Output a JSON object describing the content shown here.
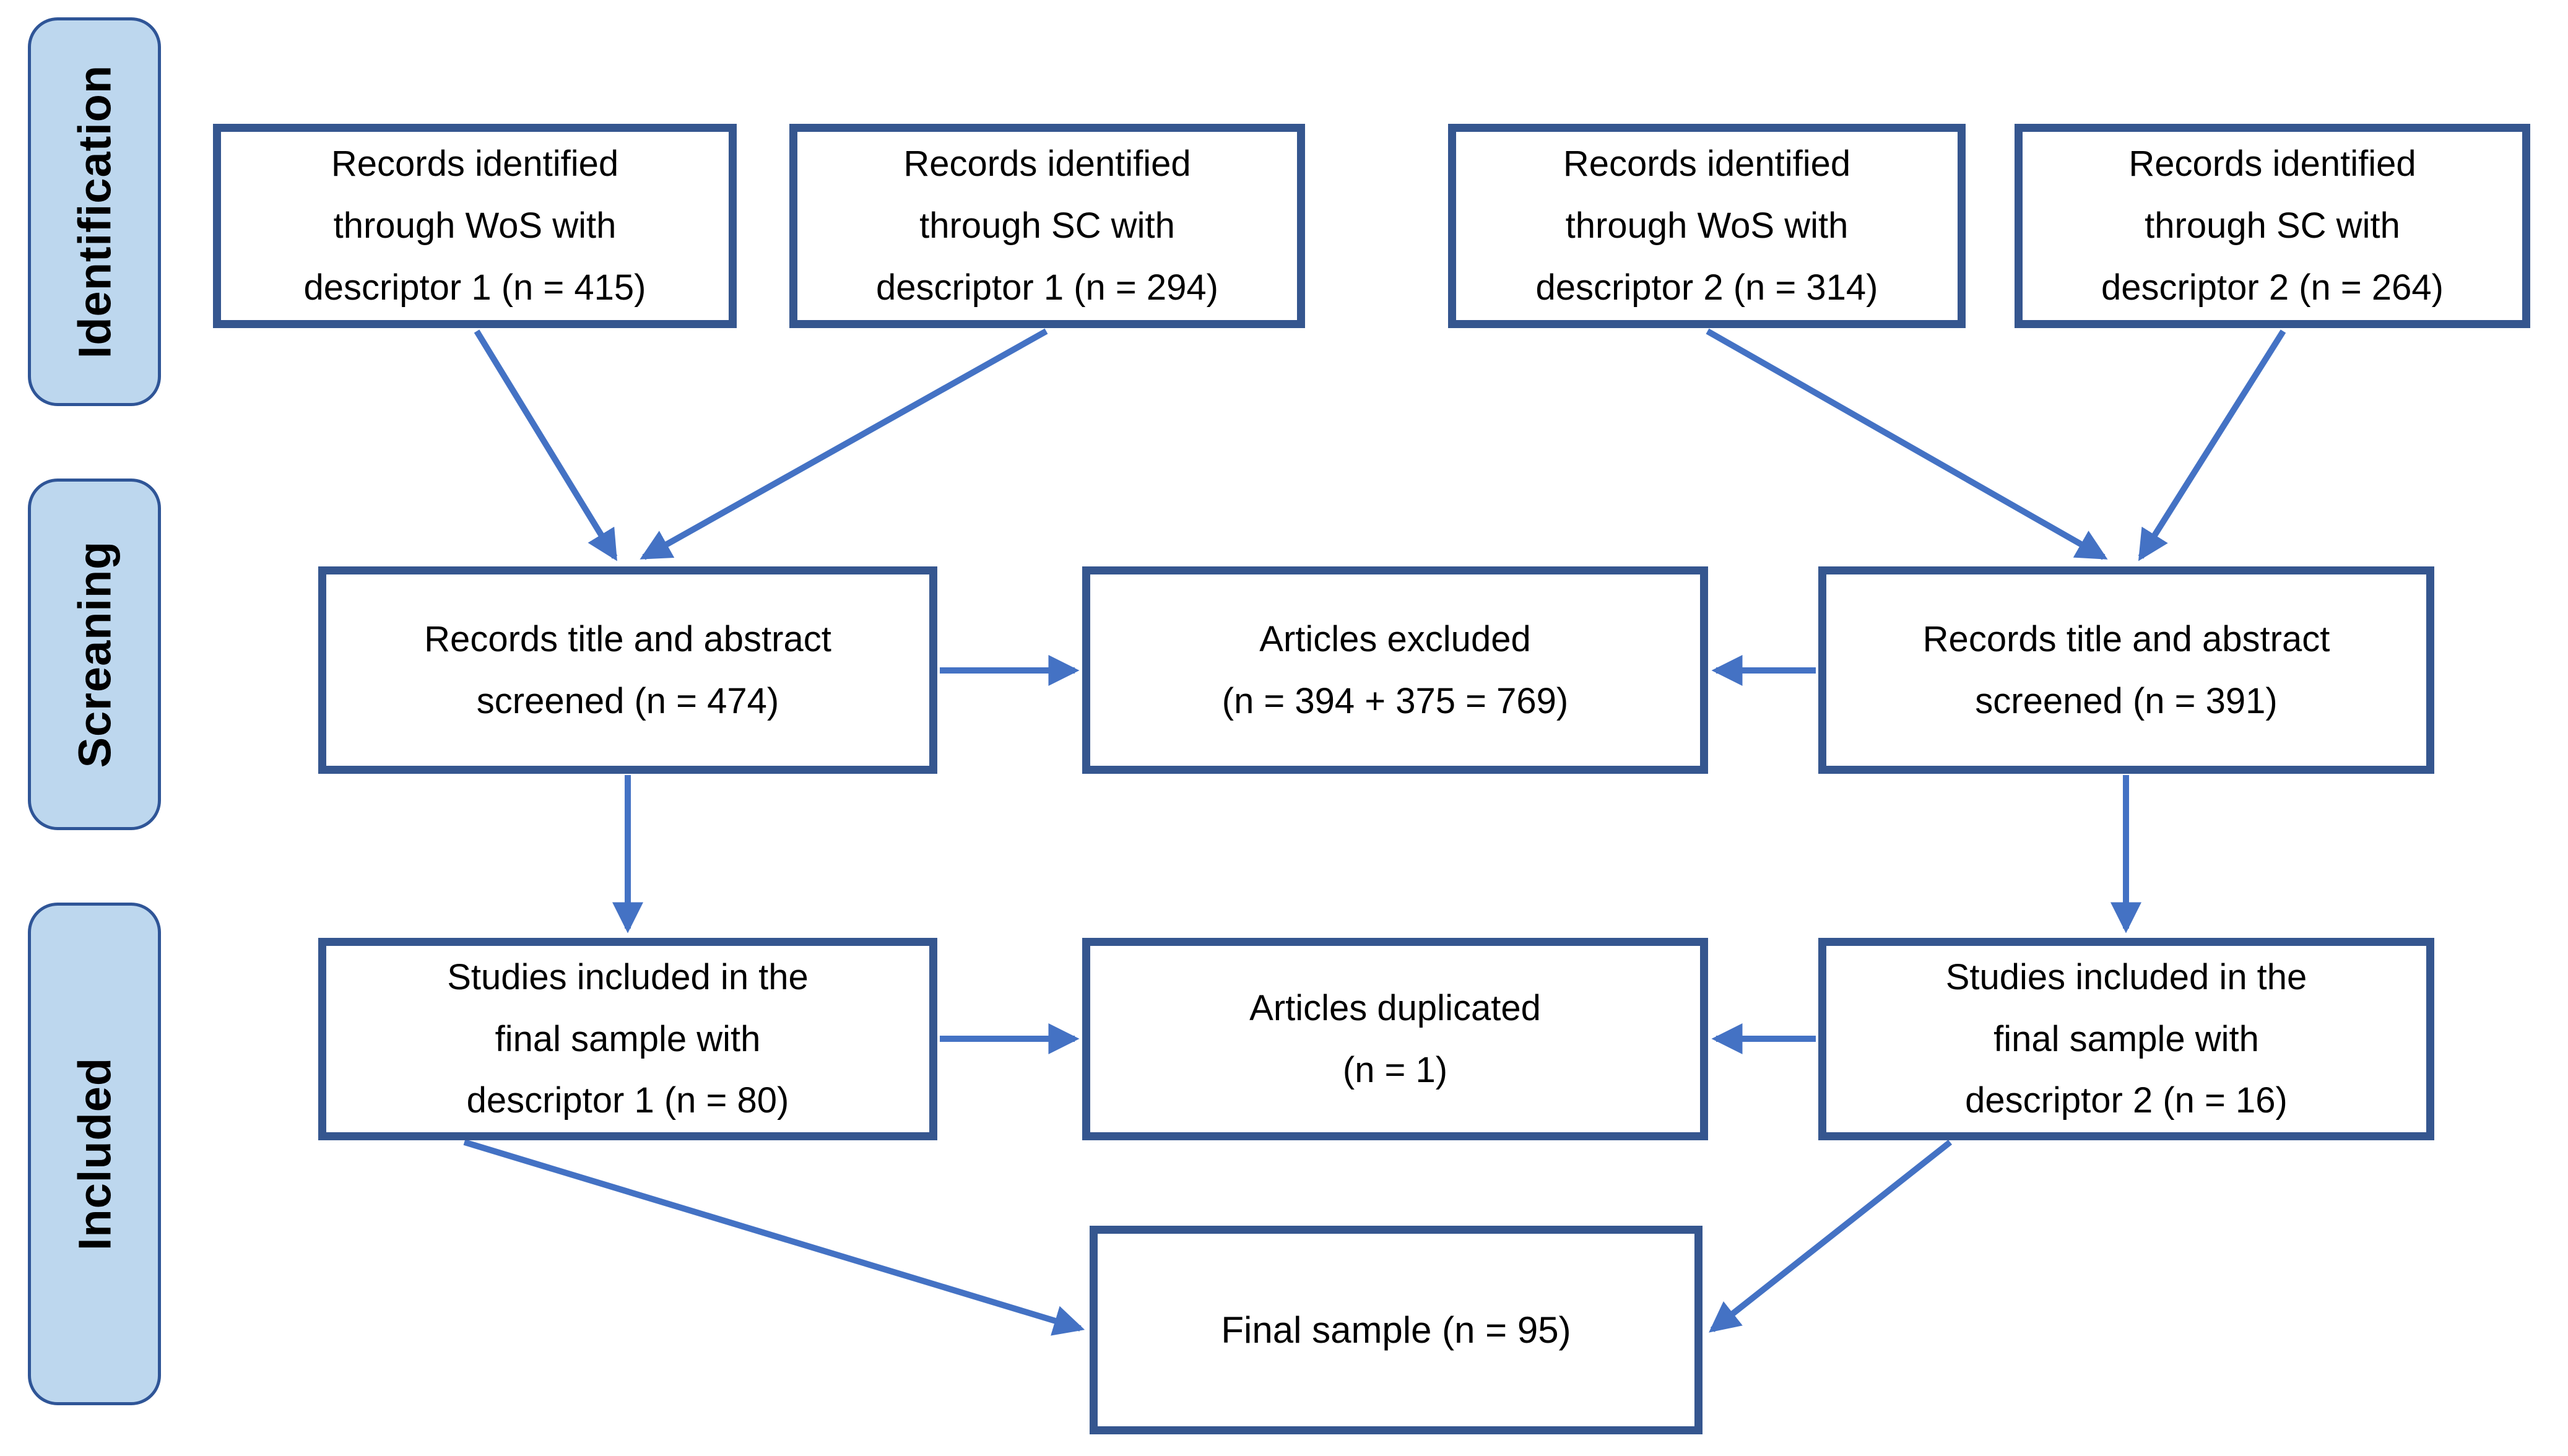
{
  "colors": {
    "box-border": "#35568F",
    "box-bg": "#FFFFFF",
    "arrow": "#4472C4",
    "stage-fill": "#BDD7EE",
    "stage-border": "#2F5597",
    "text": "#000000",
    "page-bg": "#FFFFFF"
  },
  "sidebar": {
    "stages": [
      {
        "id": "identification",
        "label": "Identification"
      },
      {
        "id": "screening",
        "label": "Screaning"
      },
      {
        "id": "included",
        "label": "Included"
      }
    ]
  },
  "boxes": {
    "wos1": {
      "text": "Records identified\nthrough WoS with\ndescriptor 1 (n = 415)",
      "n": 415
    },
    "sc1": {
      "text": "Records identified\nthrough SC with\ndescriptor 1 (n = 294)",
      "n": 294
    },
    "wos2": {
      "text": "Records identified\nthrough WoS with\ndescriptor 2 (n = 314)",
      "n": 314
    },
    "sc2": {
      "text": "Records identified\nthrough SC with\ndescriptor 2 (n = 264)",
      "n": 264
    },
    "screened1": {
      "text": "Records title and abstract\nscreened (n = 474)",
      "n": 474
    },
    "excluded": {
      "text": "Articles excluded\n(n = 394 + 375 = 769)",
      "n": 769
    },
    "screened2": {
      "text": "Records title and abstract\nscreened (n = 391)",
      "n": 391
    },
    "included1": {
      "text": "Studies included in the\nfinal sample with\ndescriptor 1 (n = 80)",
      "n": 80
    },
    "duplicated": {
      "text": "Articles duplicated\n(n = 1)",
      "n": 1
    },
    "included2": {
      "text": "Studies included in the\nfinal sample with\ndescriptor 2 (n = 16)",
      "n": 16
    },
    "final": {
      "text": "Final sample (n = 95)",
      "n": 95
    }
  },
  "edges": [
    {
      "from": "wos1",
      "to": "screened1"
    },
    {
      "from": "sc1",
      "to": "screened1"
    },
    {
      "from": "wos2",
      "to": "screened2"
    },
    {
      "from": "sc2",
      "to": "screened2"
    },
    {
      "from": "screened1",
      "to": "excluded"
    },
    {
      "from": "screened2",
      "to": "excluded"
    },
    {
      "from": "screened1",
      "to": "included1"
    },
    {
      "from": "screened2",
      "to": "included2"
    },
    {
      "from": "included1",
      "to": "duplicated"
    },
    {
      "from": "included2",
      "to": "duplicated"
    },
    {
      "from": "included1",
      "to": "final"
    },
    {
      "from": "included2",
      "to": "final"
    }
  ]
}
